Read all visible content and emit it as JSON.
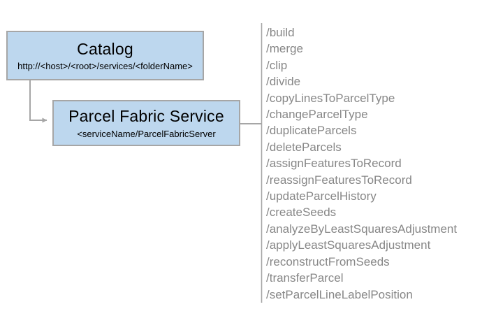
{
  "diagram": {
    "catalog_box": {
      "title": "Catalog",
      "subtitle": "http://<host>/<root>/services/<folderName>"
    },
    "service_box": {
      "title": "Parcel Fabric Service",
      "subtitle": "<serviceName/ParcelFabricServer"
    },
    "endpoints": [
      "/build",
      "/merge",
      "/clip",
      "/divide",
      "/copyLinesToParcelType",
      "/changeParcelType",
      "/duplicateParcels",
      "/deleteParcels",
      "/assignFeaturesToRecord",
      "/reassignFeaturesToRecord",
      "/updateParcelHistory",
      "/createSeeds",
      "/analyzeByLeastSquaresAdjustment",
      "/applyLeastSquaresAdjustment",
      "/reconstructFromSeeds",
      "/transferParcel",
      "/setParcelLineLabelPosition"
    ],
    "colors": {
      "box_fill": "#bdd7ee",
      "box_border": "#a6a6a6",
      "connector": "#a6a6a6",
      "endpoint_text": "#878787",
      "box_text": "#000000",
      "background": "#ffffff"
    }
  }
}
